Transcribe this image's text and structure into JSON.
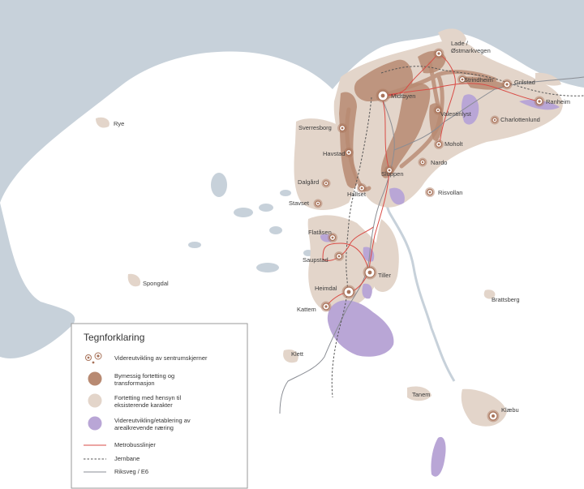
{
  "map": {
    "colors": {
      "water": "#c7d1da",
      "land": "#ffffff",
      "development": "#e3d5ca",
      "urban_core": "#b88a72",
      "centre": "#a8735a",
      "business": "#b9a6d6",
      "metrobus": "#d94b45",
      "railway": "#555555",
      "highway": "#8a8d94",
      "lake": "#c7d1da"
    },
    "places": [
      {
        "id": "lade",
        "name": "Lade /"
      },
      {
        "id": "lade2",
        "name": "Østmarkvegen"
      },
      {
        "id": "midtbyen",
        "name": "Midtbyen"
      },
      {
        "id": "strindheim",
        "name": "Strindheim"
      },
      {
        "id": "grilstad",
        "name": "Grilstad"
      },
      {
        "id": "ranheim",
        "name": "Ranheim"
      },
      {
        "id": "charlottenlund",
        "name": "Charlottenlund"
      },
      {
        "id": "valentinlyst",
        "name": "Valentinlyst"
      },
      {
        "id": "sverresborg",
        "name": "Sverresborg"
      },
      {
        "id": "moholt",
        "name": "Moholt"
      },
      {
        "id": "havstad",
        "name": "Havstad"
      },
      {
        "id": "nardo",
        "name": "Nardo"
      },
      {
        "id": "sluppen",
        "name": "Sluppen"
      },
      {
        "id": "dalgard",
        "name": "Dalgård"
      },
      {
        "id": "risvollan",
        "name": "Risvollan"
      },
      {
        "id": "hallset",
        "name": "Hallset"
      },
      {
        "id": "stavset",
        "name": "Stavset"
      },
      {
        "id": "flatasen",
        "name": "Flatåsen"
      },
      {
        "id": "saupstad",
        "name": "Saupstad"
      },
      {
        "id": "tiller",
        "name": "Tiller"
      },
      {
        "id": "heimdal",
        "name": "Heimdal"
      },
      {
        "id": "kattem",
        "name": "Kattem"
      },
      {
        "id": "rye",
        "name": "Rye"
      },
      {
        "id": "spongdal",
        "name": "Spongdal"
      },
      {
        "id": "brattsberg",
        "name": "Brattsberg"
      },
      {
        "id": "klett",
        "name": "Klett"
      },
      {
        "id": "tanem",
        "name": "Tanem"
      },
      {
        "id": "klaebu",
        "name": "Klæbu"
      }
    ]
  },
  "legend": {
    "title": "Tegnforklaring",
    "items": [
      {
        "id": "centres",
        "label": [
          "Videreutvikling av sentrumskjerner"
        ]
      },
      {
        "id": "urban",
        "label": [
          "Bymessig fortetting og",
          "transformasjon"
        ]
      },
      {
        "id": "densify",
        "label": [
          "Fortetting med hensyn til",
          "eksisterende karakter"
        ]
      },
      {
        "id": "business",
        "label": [
          "Videreutvikling/etablering av",
          "arealkrevende næring"
        ]
      },
      {
        "id": "metrobus",
        "label": [
          "Metrobusslinjer"
        ]
      },
      {
        "id": "rail",
        "label": [
          "Jernbane"
        ]
      },
      {
        "id": "road",
        "label": [
          "Riksveg / E6"
        ]
      }
    ]
  }
}
